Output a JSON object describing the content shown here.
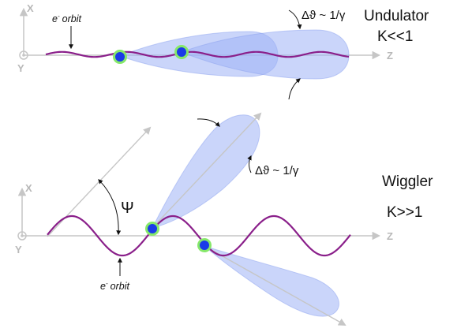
{
  "colors": {
    "orbit": "#8a1f8a",
    "lobe_fill": "#9fb3f6",
    "lobe_opacity": 0.55,
    "electron_fill": "#1a3be8",
    "electron_ring": "#86e86a",
    "axis": "#c6c6c6"
  },
  "undulator": {
    "title": "Undulator",
    "regime": "K<<1",
    "angle_eq": "Δϑ ~ 1/γ",
    "orbit_e": "e",
    "orbit_sup": "-",
    "orbit_word": "orbit",
    "axis_x": "X",
    "axis_y": "Y",
    "axis_z": "Z"
  },
  "wiggler": {
    "title": "Wiggler",
    "regime": "K>>1",
    "angle_eq": "Δϑ ~ 1/γ",
    "psi": "Ψ",
    "orbit_e": "e",
    "orbit_sup": "-",
    "orbit_word": "orbit",
    "axis_x": "X",
    "axis_y": "Y",
    "axis_z": "Z"
  }
}
